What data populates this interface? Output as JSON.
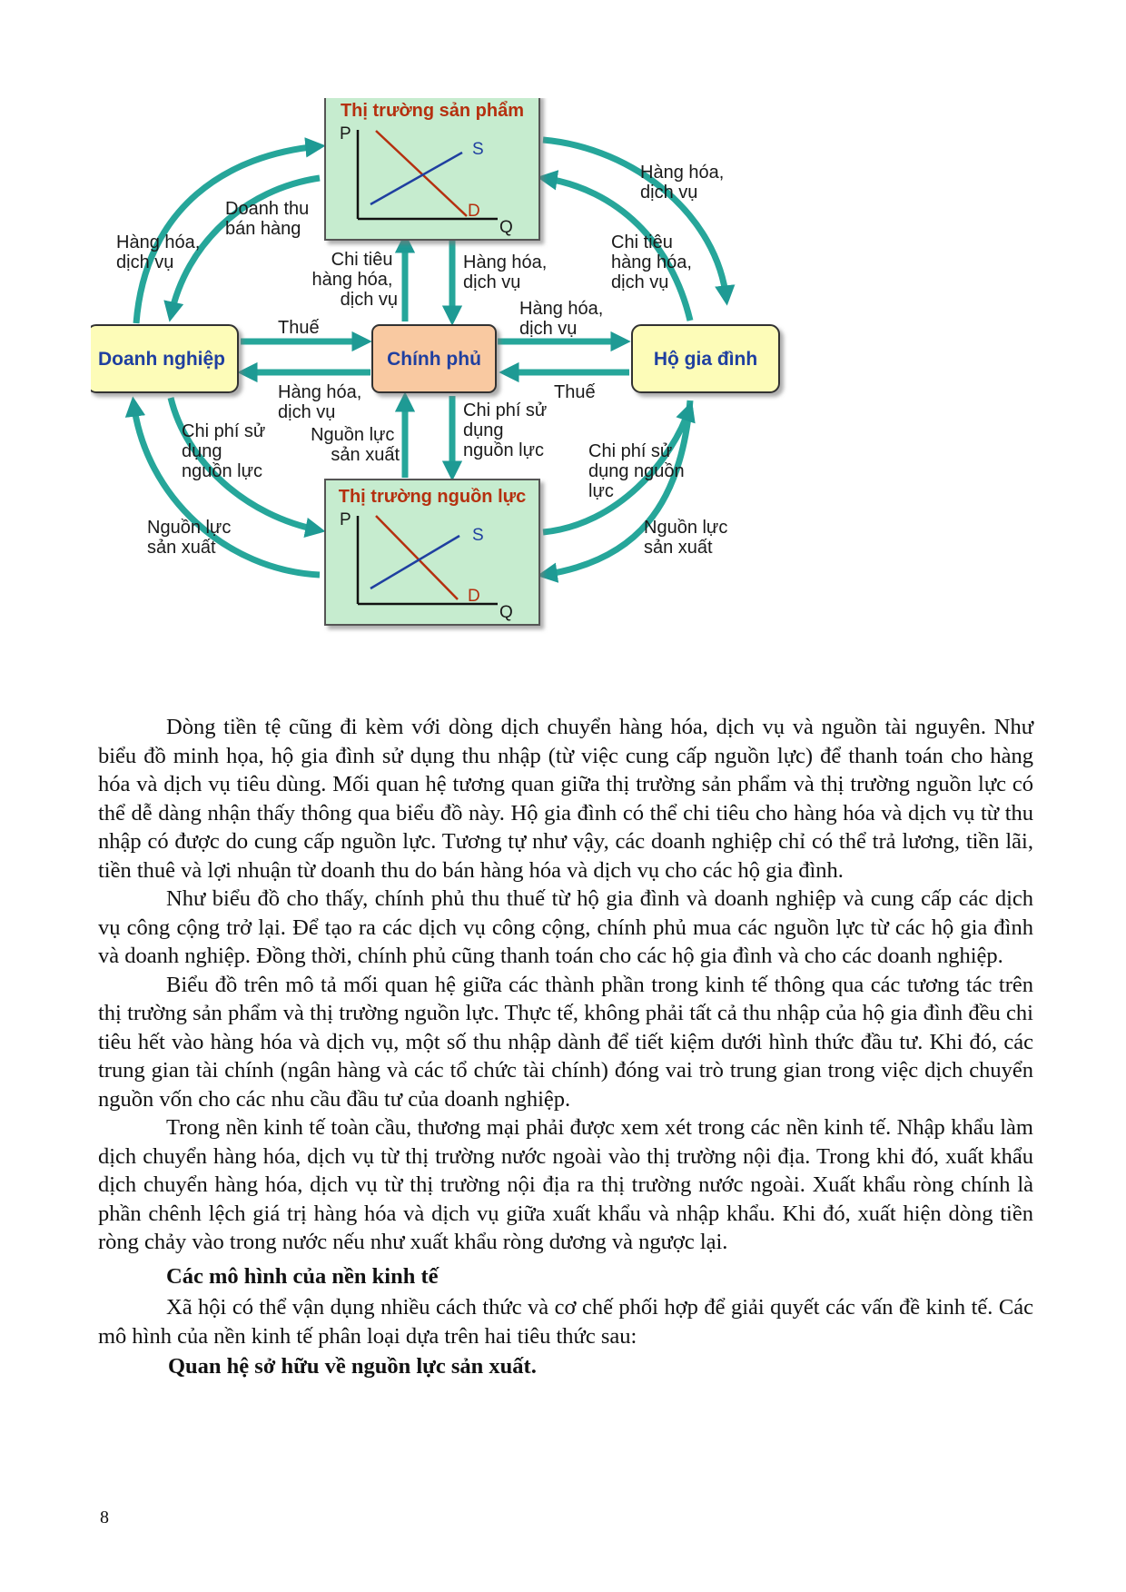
{
  "diagram": {
    "product_market": {
      "title": "Thị trường sản phẩm",
      "p": "P",
      "q": "Q",
      "s": "S",
      "d": "D"
    },
    "resource_market": {
      "title": "Thị trường nguồn lực",
      "p": "P",
      "q": "Q",
      "s": "S",
      "d": "D"
    },
    "firm": "Doanh nghiệp",
    "government": "Chính phủ",
    "household": "Hộ gia đình",
    "labels": {
      "firm_to_product_goods": [
        "Hàng hóa,",
        "dịch vụ"
      ],
      "product_to_firm_revenue": [
        "Doanh thu",
        "bán hàng"
      ],
      "product_to_household_goods": [
        "Hàng hóa,",
        "dịch vụ"
      ],
      "household_spending": [
        "Chi tiêu",
        "hàng hóa,",
        "dịch vụ"
      ],
      "gov_spending": [
        "Chi tiêu",
        "hàng hóa,",
        "dịch vụ"
      ],
      "product_to_gov_goods": [
        "Hàng hóa,",
        "dịch vụ"
      ],
      "gov_to_household_goods": [
        "Hàng hóa,",
        "dịch vụ"
      ],
      "firm_tax": "Thuế",
      "gov_to_firm_goods": [
        "Hàng hóa,",
        "dịch vụ"
      ],
      "household_tax": "Thuế",
      "gov_resource_cost": [
        "Chi phí sử",
        "dụng",
        "nguồn lực"
      ],
      "resource_to_gov": [
        "Nguồn lực",
        "sản xuất"
      ],
      "firm_resource_cost": [
        "Chi phí sử",
        "dụng",
        "nguồn lực"
      ],
      "household_income": [
        "Chi phí sử",
        "dụng nguồn",
        "lực"
      ],
      "resource_to_firm": [
        "Nguồn lực",
        "sản xuất"
      ],
      "household_to_resource": [
        "Nguồn lực",
        "sản xuất"
      ]
    }
  },
  "paragraphs": [
    "Dòng tiền tệ cũng đi kèm với dòng dịch chuyển hàng hóa, dịch vụ và nguồn tài nguyên. Như biểu đồ minh họa, hộ gia đình sử dụng thu nhập (từ việc cung cấp nguồn lực) để thanh toán cho hàng hóa và dịch vụ tiêu dùng. Mối quan hệ tương quan giữa thị trường sản phẩm và thị trường nguồn lực có thể dễ dàng nhận thấy thông qua biểu đồ này. Hộ gia đình có thể chi tiêu cho hàng hóa và dịch vụ từ thu nhập có được do cung cấp nguồn lực. Tương tự như vậy, các doanh nghiệp chỉ có thể trả lương, tiền lãi, tiền thuê và lợi nhuận từ doanh thu do bán hàng hóa và dịch vụ cho các hộ gia đình.",
    "Như biểu đồ cho thấy, chính phủ thu thuế từ hộ gia đình và doanh nghiệp và cung cấp các dịch vụ công cộng trở lại. Để tạo ra các dịch vụ công cộng, chính phủ mua các nguồn lực từ các hộ gia đình và doanh nghiệp. Đồng thời, chính phủ cũng thanh toán cho các hộ gia đình và cho các doanh nghiệp.",
    "Biểu đồ trên mô tả mối quan hệ giữa các thành phần trong kinh tế thông qua các tương tác trên thị trường sản phẩm và thị trường nguồn lực. Thực tế, không phải tất cả thu nhập của hộ gia đình đều chi tiêu hết vào hàng hóa và dịch vụ, một số thu nhập dành để tiết kiệm dưới hình thức đầu tư. Khi đó, các trung gian tài chính (ngân hàng và các tổ chức tài chính) đóng vai trò trung gian trong việc dịch chuyển nguồn vốn cho các nhu cầu đầu tư của doanh nghiệp.",
    "Trong nền kinh tế toàn cầu, thương mại phải được xem xét trong các nền kinh tế. Nhập khẩu làm dịch chuyển hàng hóa, dịch vụ từ thị trường nước ngoài vào thị trường nội địa. Trong khi đó, xuất khẩu dịch chuyển hàng hóa, dịch vụ từ thị trường nội địa ra thị trường nước ngoài. Xuất khẩu ròng chính là phần chênh lệch giá trị hàng hóa và dịch vụ giữa xuất khẩu và nhập khẩu. Khi đó, xuất hiện dòng tiền ròng chảy vào trong nước nếu như xuất khẩu ròng dương và ngược lại."
  ],
  "heading": "Các mô hình của nền kinh tế",
  "paragraph5": "Xã hội có thể vận dụng nhiều cách thức và cơ chế phối hợp để giải quyết các vấn đề kinh tế. Các mô hình của nền kinh tế phân loại dựa trên hai tiêu thức sau:",
  "heading2": "Quan hệ sở hữu về nguồn lực sản xuất.",
  "page_number": "8"
}
